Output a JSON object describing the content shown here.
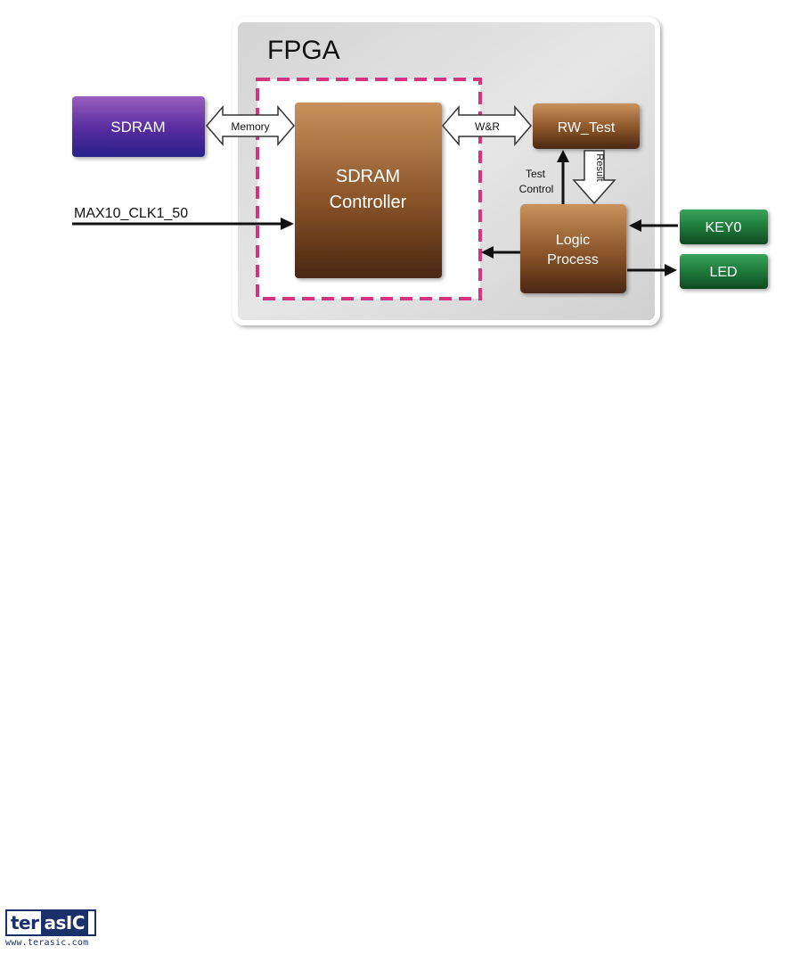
{
  "diagram": {
    "fpga_label": "FPGA",
    "sdram_label": "SDRAM",
    "memory_label": "Memory",
    "controller_line1": "SDRAM",
    "controller_line2": "Controller",
    "wr_label": "W&R",
    "rw_test_label": "RW_Test",
    "test_control_line1": "Test",
    "test_control_line2": "Control",
    "result_label": "Result",
    "clock_label": "MAX10_CLK1_50",
    "logic_line1": "Logic",
    "logic_line2": "Process",
    "key_label": "KEY0",
    "led_label": "LED",
    "colors": {
      "sdram_purple": "#5a2a9a",
      "brown_block": "#7a4a22",
      "green_block": "#1f7a3a",
      "dashed_border": "#d4357f"
    }
  },
  "logo": {
    "left_text": "ter",
    "right_text": "asIC",
    "url": "www.terasic.com"
  }
}
